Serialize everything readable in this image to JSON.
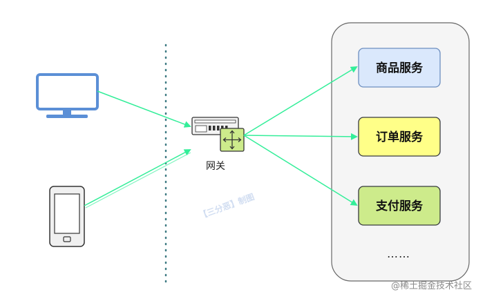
{
  "gateway": {
    "label": "网关"
  },
  "services": [
    {
      "label": "商品服务",
      "fill": "#dae8fc",
      "stroke": "#6c8ebf"
    },
    {
      "label": "订单服务",
      "fill": "#ffff88",
      "stroke": "#36393d"
    },
    {
      "label": "支付服务",
      "fill": "#cdeb8b",
      "stroke": "#36393d"
    }
  ],
  "more_services": "……",
  "stamp": "【三分恶】制图",
  "watermark": "@稀土掘金技术社区",
  "colors": {
    "arrow": "#33ee99",
    "device": "#5b8fd6",
    "cluster_fill": "#f5f5f5",
    "divider": "#3d7a82"
  },
  "icons": {
    "client_desktop": "monitor-icon",
    "client_mobile": "phone-icon",
    "gateway": "router-icon"
  }
}
